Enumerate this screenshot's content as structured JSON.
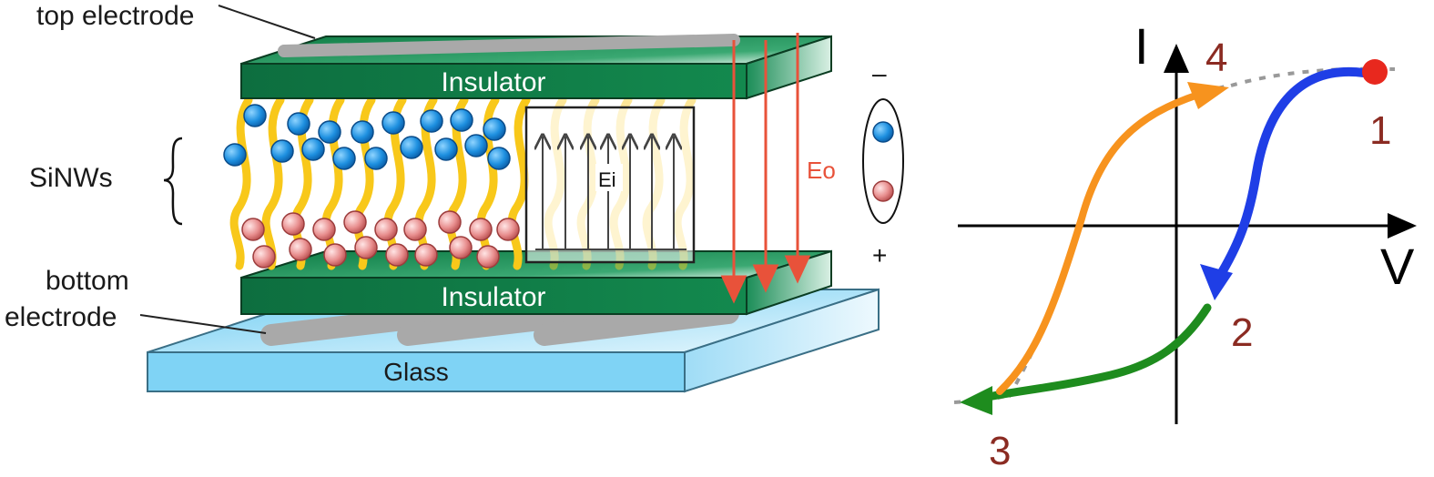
{
  "labels": {
    "top_electrode": "top electrode",
    "sinws": "SiNWs",
    "bottom_electrode_line1": "bottom",
    "bottom_electrode_line2": "electrode",
    "insulator_top": "Insulator",
    "insulator_bottom": "Insulator",
    "glass": "Glass",
    "inner_field": "Ei",
    "outer_field": "Eo",
    "minus_sign": "–",
    "plus_sign": "+"
  },
  "iv_plot": {
    "y_axis_label": "I",
    "x_axis_label": "V",
    "points": [
      "1",
      "2",
      "3",
      "4"
    ]
  },
  "colors": {
    "insulator": "#0f7a45",
    "glass": "#7fd3f5",
    "nanowire": "#f8c81a",
    "electron": "#1e90e0",
    "hole": "#e07a7a",
    "field_arrow": "#e8523a",
    "iv_segment_1_2": "#1f3ee6",
    "iv_segment_2_3": "#1e8c1e",
    "iv_segment_3_4": "#f7931e",
    "point_1": "#e8281e",
    "point_label": "#8b2b22"
  }
}
